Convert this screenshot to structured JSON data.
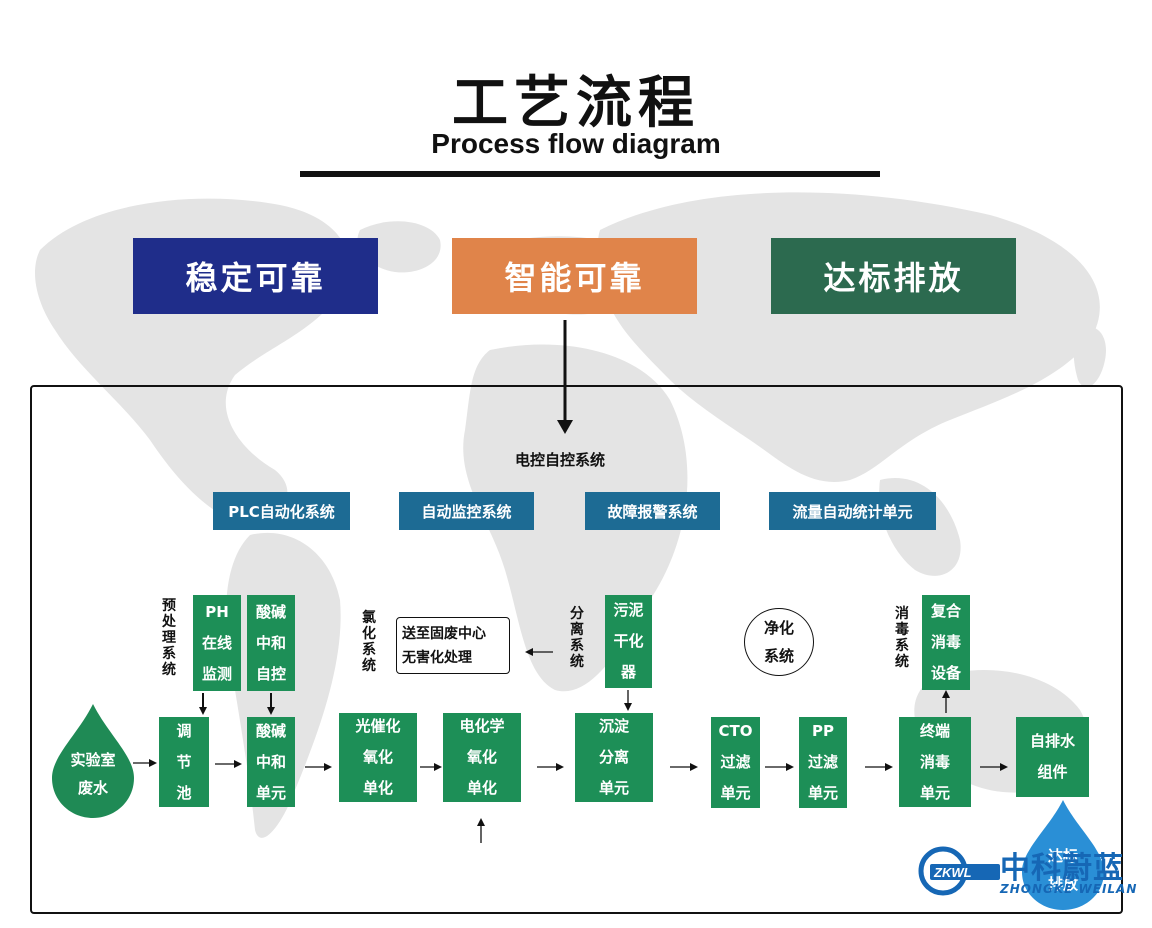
{
  "header": {
    "title_cn": "工艺流程",
    "title_en": "Process flow diagram"
  },
  "banners": [
    {
      "label": "稳定可靠",
      "color": "#1f2d8a"
    },
    {
      "label": "智能可靠",
      "color": "#e0844a"
    },
    {
      "label": "达标排放",
      "color": "#2c6a4f"
    }
  ],
  "control": {
    "title": "电控自控系统",
    "systems": [
      "PLC自动化系统",
      "自动监控系统",
      "故障报警系统",
      "流量自动统计单元"
    ]
  },
  "labels": {
    "pretreat": "预处理系统",
    "chlorination": "氯化系统",
    "separation": "分离系统",
    "disinfection": "消毒系统"
  },
  "top_units": {
    "ph": [
      "PH",
      "在线",
      "监测"
    ],
    "acid": [
      "酸碱",
      "中和",
      "自控"
    ],
    "sludge": [
      "污泥",
      "干化",
      "器"
    ],
    "disinfect": [
      "复合",
      "消毒",
      "设备"
    ]
  },
  "outline": {
    "lines": [
      "送至固废中心",
      "无害化处理"
    ]
  },
  "circle": {
    "lines": [
      "净化",
      "系统"
    ]
  },
  "source": {
    "lines": [
      "实验室",
      "废水"
    ]
  },
  "units": [
    [
      "调",
      "节",
      "池"
    ],
    [
      "酸碱",
      "中和",
      "单元"
    ],
    [
      "光催化",
      "氧化",
      "单化"
    ],
    [
      "电化学",
      "氧化",
      "单化"
    ],
    [
      "沉淀",
      "分离",
      "单元"
    ],
    [
      "CTO",
      "过滤",
      "单元"
    ],
    [
      "PP",
      "过滤",
      "单元"
    ],
    [
      "终端",
      "消毒",
      "单元"
    ],
    [
      "自排水",
      "组件"
    ]
  ],
  "outlet": {
    "lines": [
      "达标",
      "排放"
    ]
  },
  "logo": {
    "mark": "ZKWL",
    "cn": "中科蔚蓝",
    "en": "ZHONGKE WEILAN"
  },
  "colors": {
    "unit_green": "#1d8f57",
    "system_blue": "#1d6b94",
    "drop_green": "#1f8a55",
    "drop_blue": "#2a8fd6",
    "logo_blue": "#1667b5"
  }
}
